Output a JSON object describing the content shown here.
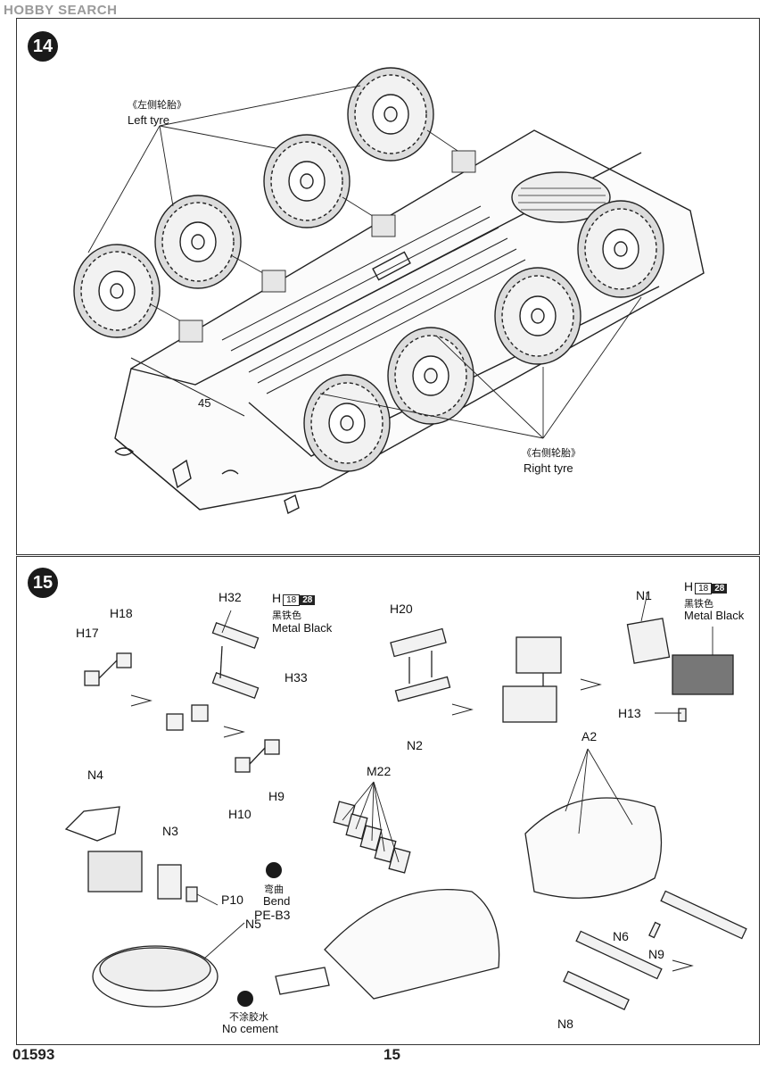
{
  "watermark": "HOBBY SEARCH",
  "steps": {
    "s14": {
      "number": "14",
      "left_tyre_cn": "《左侧轮胎》",
      "left_tyre_en": "Left  tyre",
      "right_tyre_cn": "《右侧轮胎》",
      "right_tyre_en": "Right tyre",
      "dimension": "45"
    },
    "s15": {
      "number": "15",
      "parts": {
        "h17": "H17",
        "h18": "H18",
        "h32": "H32",
        "h33": "H33",
        "h9": "H9",
        "h10": "H10",
        "h20": "H20",
        "n2": "N2",
        "n1": "N1",
        "h13": "H13",
        "a2": "A2",
        "n4": "N4",
        "n3": "N3",
        "p10": "P10",
        "n5": "N5",
        "m22": "M22",
        "n6": "N6",
        "n9": "N9",
        "n8": "N8"
      },
      "paint1": {
        "letter": "H",
        "c1": "18",
        "c2": "28",
        "cn": "黑铁色",
        "en": "Metal  Black"
      },
      "paint2": {
        "letter": "H",
        "c1": "18",
        "c2": "28",
        "cn": "黑铁色",
        "en": "Metal  Black"
      },
      "bend": {
        "cn": "弯曲",
        "en": "Bend",
        "code": "PE-B3"
      },
      "no_cement": {
        "cn": "不涂胶水",
        "en": "No cement"
      }
    }
  },
  "footer": {
    "kit_number": "01593",
    "page": "15"
  },
  "colors": {
    "ink": "#1a1a1a",
    "frame": "#333333",
    "watermark": "#9a9a9a"
  }
}
